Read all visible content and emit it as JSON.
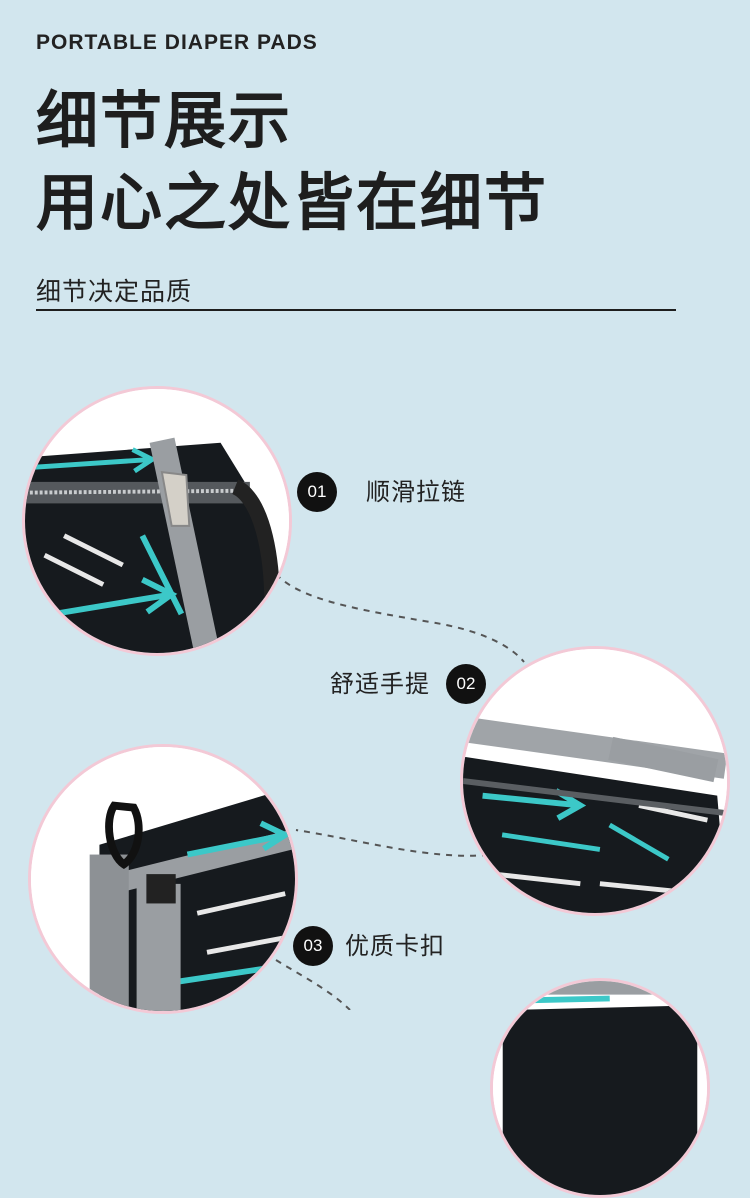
{
  "header": {
    "eyebrow": "PORTABLE DIAPER PADS",
    "title_line1": "细节展示",
    "title_line2": "用心之处皆在细节",
    "subtitle": "细节决定品质"
  },
  "details": [
    {
      "number": "01",
      "label": "顺滑拉链"
    },
    {
      "number": "02",
      "label": "舒适手提"
    },
    {
      "number": "03",
      "label": "优质卡扣"
    }
  ],
  "colors": {
    "background": "#d2e6ee",
    "text": "#1e1e1e",
    "badge": "#111111",
    "photo_ring": "#f3c9d6",
    "fabric": "#161a1e",
    "arrow_teal": "#3cc8c8",
    "strap_gray": "#9a9ea2"
  }
}
